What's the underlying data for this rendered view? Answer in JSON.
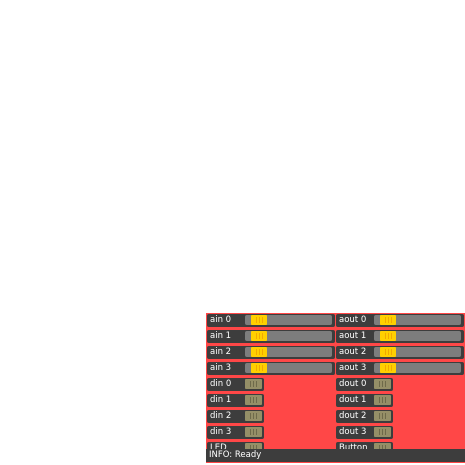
{
  "analog_inputs": [
    {
      "label": "ain 0",
      "level": 0.0
    },
    {
      "label": "ain 1",
      "level": 0.0
    },
    {
      "label": "ain 2",
      "level": 0.0
    },
    {
      "label": "ain 3",
      "level": 0.0
    }
  ],
  "analog_outputs": [
    {
      "label": "aout 0",
      "level": 0.0
    },
    {
      "label": "aout 1",
      "level": 0.0
    },
    {
      "label": "aout 2",
      "level": 0.0
    },
    {
      "label": "aout 3",
      "level": 0.0
    }
  ],
  "digital_inputs": [
    {
      "label": "din 0",
      "on": false
    },
    {
      "label": "din 1",
      "on": false
    },
    {
      "label": "din 2",
      "on": false
    },
    {
      "label": "din 3",
      "on": false
    },
    {
      "label": "LED",
      "on": false
    }
  ],
  "digital_outputs": [
    {
      "label": "dout 0",
      "on": false
    },
    {
      "label": "dout 1",
      "on": false
    },
    {
      "label": "dout 2",
      "on": false
    },
    {
      "label": "dout 3",
      "on": false
    },
    {
      "label": "Button",
      "on": false
    }
  ],
  "status": "INFO: Ready",
  "colors": {
    "panel_background": "#ff4747",
    "control_background": "#3d3d3d",
    "slider_track": "#7d7d7d",
    "slider_knob": "#ffd000",
    "toggle_off": "#958f67"
  }
}
